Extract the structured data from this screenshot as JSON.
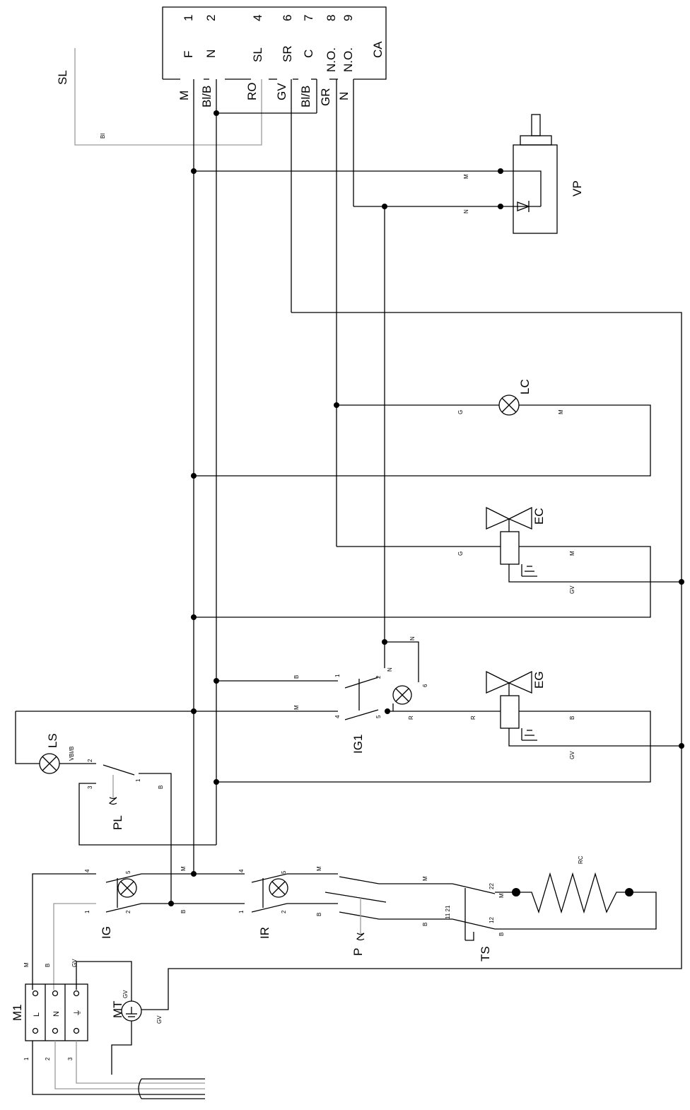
{
  "terminal_block": {
    "numbers": [
      "1",
      "2",
      "4",
      "6",
      "7",
      "8",
      "9"
    ],
    "signals": [
      "F",
      "N",
      "SL",
      "SR",
      "C",
      "N.O.",
      "N.O."
    ],
    "name": "CA",
    "wires": [
      "M",
      "Bl/B",
      "RO",
      "GV",
      "Bl/B",
      "GR",
      "N"
    ]
  },
  "labels": {
    "sl": "SL",
    "bi": "BI",
    "vp": "VP",
    "lc": "LC",
    "ec": "EC",
    "eg": "EG",
    "ig1": "IG1",
    "ls": "LS",
    "ls_wire": "VBI/B",
    "pl": "PL",
    "ig": "IG",
    "ir": "IR",
    "p": "P",
    "ts": "TS",
    "rc": "RC",
    "m1": "M1",
    "mt": "MT"
  },
  "wire_tags": {
    "m": "M",
    "n": "N",
    "g": "G",
    "gv": "GV",
    "b": "B",
    "r": "R"
  },
  "pin_numbers": {
    "p1": "1",
    "p2": "2",
    "p3": "3",
    "p4": "4",
    "p5": "5",
    "p6": "6",
    "ts_11_21": "11 21",
    "ts_22": "22",
    "ts_12": "12"
  },
  "m1_terminals": [
    "L",
    "N",
    "⏚"
  ]
}
